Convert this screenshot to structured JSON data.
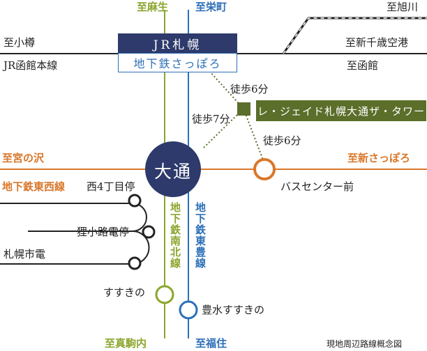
{
  "directions": {
    "asabu": "至麻生",
    "sakaemachi": "至栄町",
    "asahikawa": "至旭川",
    "otaru": "至小樽",
    "shinchitose": "至新千歳空港",
    "hakodate": "至函館",
    "miyanosawa": "至宮の沢",
    "shinsapporo": "至新さっぽろ",
    "makomanai": "至真駒内",
    "fukuzumi": "至福住"
  },
  "lines": {
    "jr_hakodate": "JR函館本線",
    "tozai": "地下鉄東西線",
    "nanboku": "地下鉄南北線",
    "toho": "地下鉄東豊線",
    "streetcar": "札幌市電"
  },
  "stations": {
    "jr_sapporo": "JR札幌",
    "subway_sapporo": "地下鉄さっぽろ",
    "odori": "大通",
    "bus_center": "バスセンター前",
    "nishi4": "西4丁目停",
    "tanukikoji": "狸小路電停",
    "susukino": "すすきの",
    "hosui_susukino": "豊水すすきの"
  },
  "property": "レ・ジェイド札幌大通ザ・タワー",
  "walk": {
    "to_sapporo": "徒歩6分",
    "to_odori": "徒歩7分",
    "to_bus_center": "徒歩6分"
  },
  "caption": "現地周辺路線概念図",
  "colors": {
    "nanboku": "#8aa52c",
    "toho": "#2c6fb7",
    "tozai": "#d9772a",
    "jr": "#222222",
    "streetcar": "#222222",
    "sapporo_box": "#2d3a6b",
    "property": "#5b6e2a",
    "odori_circle": "#2d3a6b"
  }
}
